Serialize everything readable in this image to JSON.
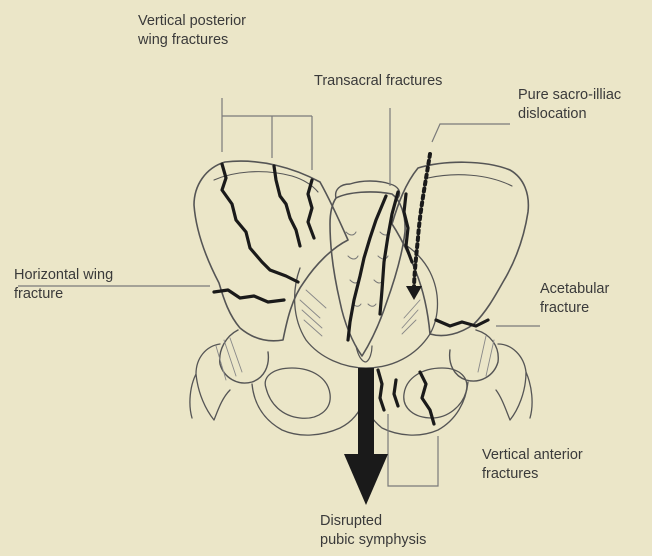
{
  "labels": {
    "vertical_posterior": [
      "Vertical posterior",
      "wing fractures"
    ],
    "transacral": [
      "Transacral fractures"
    ],
    "pure_si": [
      "Pure sacro-illiac",
      "dislocation"
    ],
    "horizontal_wing": [
      "Horizontal wing",
      "fracture"
    ],
    "acetabular": [
      "Acetabular",
      "fracture"
    ],
    "vertical_anterior": [
      "Vertical anterior",
      "fractures"
    ],
    "pubic_symphysis": [
      "Disrupted",
      "pubic symphysis"
    ]
  },
  "colors": {
    "background": "#ebe6c8",
    "bone_outline": "#555555",
    "fracture": "#1a1a1a",
    "leader": "#7a7a7a",
    "label_text": "#3a3a3a"
  }
}
